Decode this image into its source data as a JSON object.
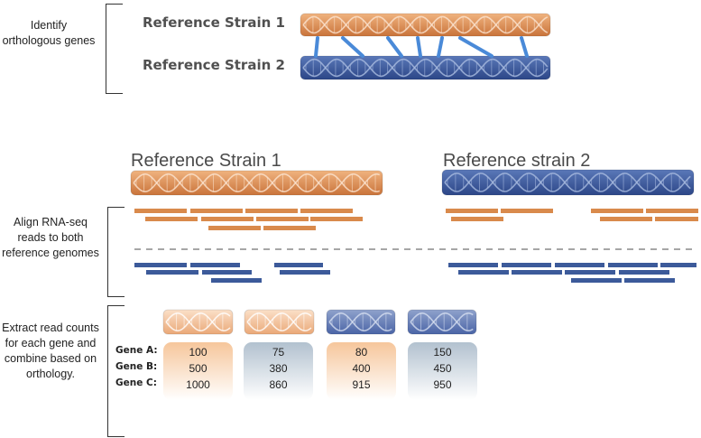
{
  "steps": {
    "identify": "Identify orthologous genes",
    "align": "Align RNA-seq reads to both reference genomes",
    "extract": "Extract read counts for each gene and combine based on orthology."
  },
  "top": {
    "strain1_label": "Reference Strain 1",
    "strain2_label": "Reference Strain 2"
  },
  "mid": {
    "strain1_label": "Reference Strain 1",
    "strain2_label": "Reference strain 2"
  },
  "genes": {
    "labels": [
      "Gene A:",
      "Gene B:",
      "Gene C:"
    ],
    "counts": [
      {
        "strain": "strain1",
        "values": [
          "100",
          "500",
          "1000"
        ]
      },
      {
        "strain": "strain1",
        "values": [
          "75",
          "380",
          "860"
        ]
      },
      {
        "strain": "strain2",
        "values": [
          "80",
          "400",
          "915"
        ]
      },
      {
        "strain": "strain2",
        "values": [
          "150",
          "450",
          "950"
        ]
      }
    ]
  },
  "colors": {
    "strain1": "#d98a4c",
    "strain2": "#3c5a9a",
    "orthology_link": "#4a8ad8",
    "box_orange": "#f6c79e",
    "box_blue": "#b3c2d0"
  }
}
